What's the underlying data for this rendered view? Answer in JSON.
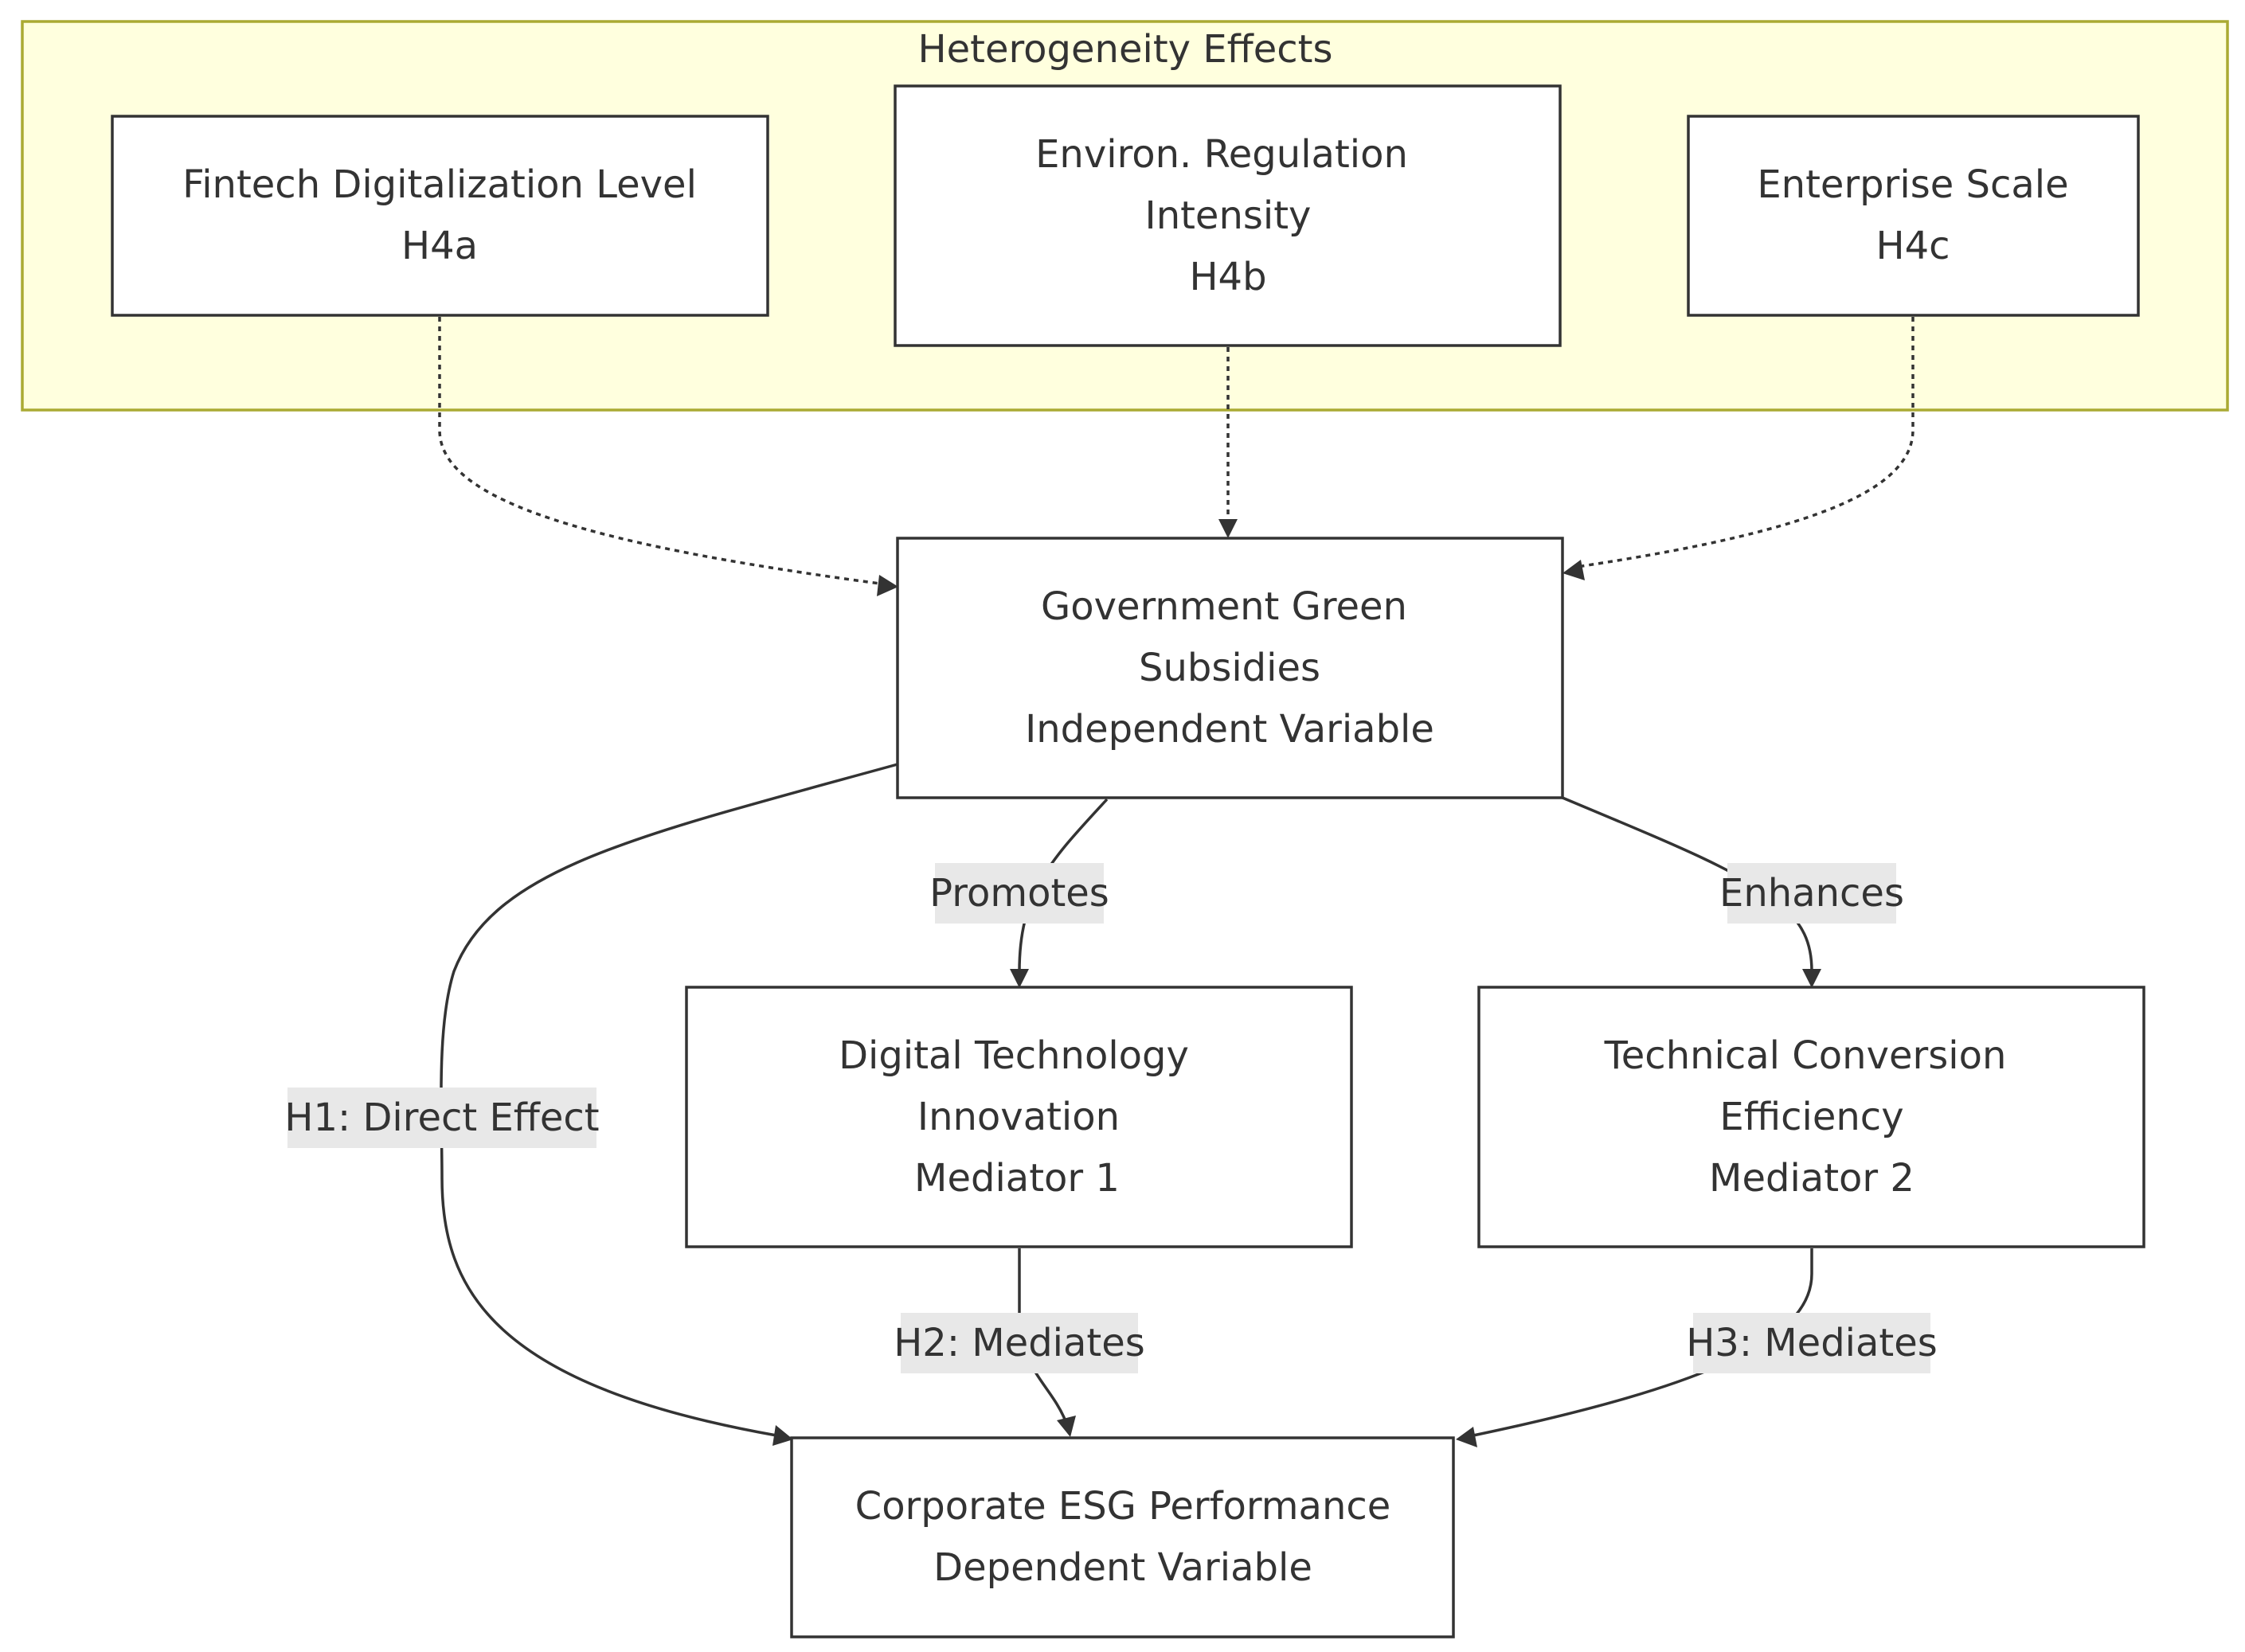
{
  "cluster": {
    "title": "Heterogeneity Effects",
    "fill": "#ffffde",
    "stroke": "#aaaa33"
  },
  "nodes": {
    "fintech": [
      "Fintech Digitalization Level",
      "H4a"
    ],
    "environ": [
      "Environ. Regulation",
      "Intensity",
      "H4b"
    ],
    "scale": [
      "Enterprise Scale",
      "H4c"
    ],
    "subsidies": [
      "Government Green",
      "Subsidies",
      "Independent Variable"
    ],
    "digital": [
      "Digital Technology",
      "Innovation",
      "Mediator 1"
    ],
    "technical": [
      "Technical Conversion",
      "Efficiency",
      "Mediator 2"
    ],
    "esg": [
      "Corporate ESG Performance",
      "Dependent Variable"
    ]
  },
  "edges": {
    "fintech_to_subsidies": {
      "style": "dotted",
      "label": ""
    },
    "environ_to_subsidies": {
      "style": "dotted",
      "label": ""
    },
    "scale_to_subsidies": {
      "style": "dotted",
      "label": ""
    },
    "subsidies_to_digital": {
      "style": "solid",
      "label": "Promotes"
    },
    "subsidies_to_technical": {
      "style": "solid",
      "label": "Enhances"
    },
    "subsidies_to_esg": {
      "style": "solid",
      "label": "H1: Direct Effect"
    },
    "digital_to_esg": {
      "style": "solid",
      "label": "H2: Mediates"
    },
    "technical_to_esg": {
      "style": "solid",
      "label": "H3: Mediates"
    }
  },
  "colors": {
    "line": "#333333",
    "label_background": "#e8e8e8",
    "node_fill": "#ffffff"
  }
}
